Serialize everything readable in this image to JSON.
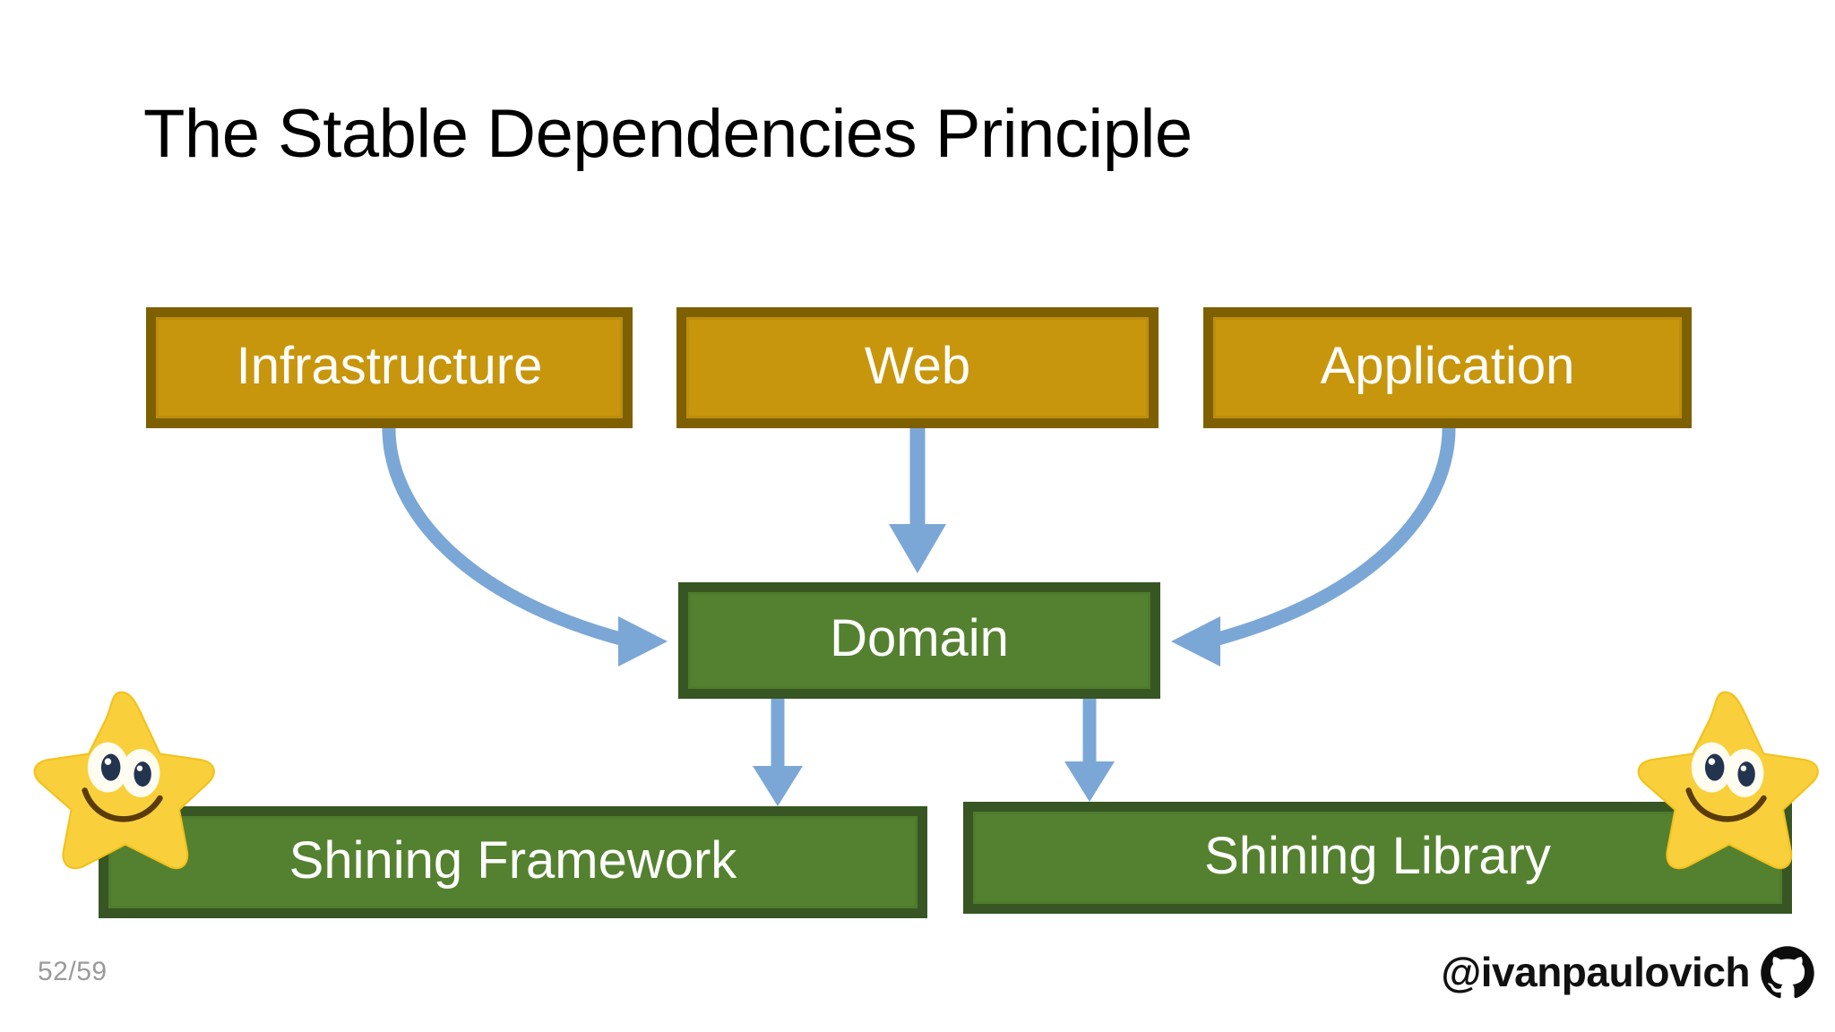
{
  "slide": {
    "title": "The Stable Dependencies Principle",
    "background_color": "#FFFFFF"
  },
  "palette": {
    "gold_fill": "#C8960C",
    "gold_border": "#7F6000",
    "green_fill": "#54812F",
    "green_border": "#375623",
    "arrow_color": "#7BA7D7",
    "title_color": "#000000",
    "node_text_color": "#FFFFFF",
    "footer_muted": "#9A9A9A",
    "star_fill": "#F7D038"
  },
  "diagram": {
    "type": "dependency-diagram",
    "nodes": [
      {
        "id": "infrastructure",
        "label": "Infrastructure",
        "tier": "unstable",
        "color": "gold",
        "row": 1
      },
      {
        "id": "web",
        "label": "Web",
        "tier": "unstable",
        "color": "gold",
        "row": 1
      },
      {
        "id": "application",
        "label": "Application",
        "tier": "unstable",
        "color": "gold",
        "row": 1
      },
      {
        "id": "domain",
        "label": "Domain",
        "tier": "stable",
        "color": "green",
        "row": 2
      },
      {
        "id": "shining-framework",
        "label": "Shining Framework",
        "tier": "stable",
        "color": "green",
        "row": 3
      },
      {
        "id": "shining-library",
        "label": "Shining Library",
        "tier": "stable",
        "color": "green",
        "row": 3
      }
    ],
    "edges": [
      {
        "from": "infrastructure",
        "to": "domain",
        "style": "curved",
        "direction": "down-right"
      },
      {
        "from": "web",
        "to": "domain",
        "style": "straight",
        "direction": "down"
      },
      {
        "from": "application",
        "to": "domain",
        "style": "curved",
        "direction": "down-left"
      },
      {
        "from": "domain",
        "to": "shining-framework",
        "style": "straight",
        "direction": "down"
      },
      {
        "from": "domain",
        "to": "shining-library",
        "style": "straight",
        "direction": "down"
      }
    ]
  },
  "decorations": {
    "star_left": {
      "name": "smiling-star",
      "expression": "smiling"
    },
    "star_right": {
      "name": "smiling-star",
      "expression": "smiling"
    }
  },
  "footer": {
    "page_counter": "52/59",
    "handle": "@ivanpaulovich",
    "github_icon": "github-icon"
  }
}
